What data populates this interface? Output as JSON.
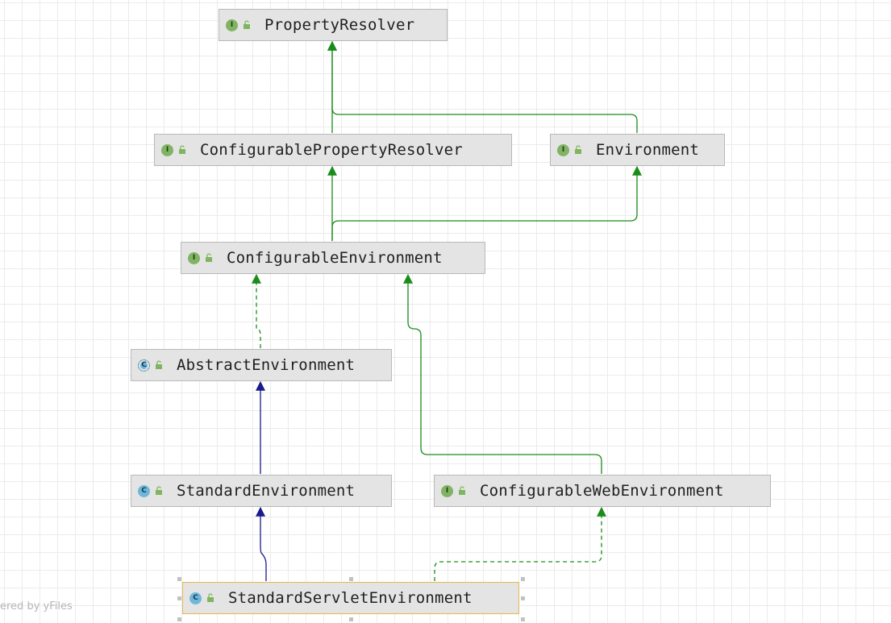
{
  "nodes": [
    {
      "id": "PropertyResolver",
      "label": "PropertyResolver",
      "kind": "I"
    },
    {
      "id": "ConfigurablePropertyResolver",
      "label": "ConfigurablePropertyResolver",
      "kind": "I"
    },
    {
      "id": "Environment",
      "label": "Environment",
      "kind": "I"
    },
    {
      "id": "ConfigurableEnvironment",
      "label": "ConfigurableEnvironment",
      "kind": "I"
    },
    {
      "id": "AbstractEnvironment",
      "label": "AbstractEnvironment",
      "kind": "C"
    },
    {
      "id": "StandardEnvironment",
      "label": "StandardEnvironment",
      "kind": "C"
    },
    {
      "id": "ConfigurableWebEnvironment",
      "label": "ConfigurableWebEnvironment",
      "kind": "I"
    },
    {
      "id": "StandardServletEnvironment",
      "label": "StandardServletEnvironment",
      "kind": "C"
    }
  ],
  "edges": [
    {
      "from": "ConfigurablePropertyResolver",
      "to": "PropertyResolver",
      "type": "extends-interface"
    },
    {
      "from": "Environment",
      "to": "PropertyResolver",
      "type": "extends-interface"
    },
    {
      "from": "ConfigurableEnvironment",
      "to": "ConfigurablePropertyResolver",
      "type": "extends-interface"
    },
    {
      "from": "ConfigurableEnvironment",
      "to": "Environment",
      "type": "extends-interface"
    },
    {
      "from": "AbstractEnvironment",
      "to": "ConfigurableEnvironment",
      "type": "implements"
    },
    {
      "from": "ConfigurableWebEnvironment",
      "to": "ConfigurableEnvironment",
      "type": "extends-interface"
    },
    {
      "from": "StandardEnvironment",
      "to": "AbstractEnvironment",
      "type": "extends-class"
    },
    {
      "from": "StandardServletEnvironment",
      "to": "StandardEnvironment",
      "type": "extends-class"
    },
    {
      "from": "StandardServletEnvironment",
      "to": "ConfigurableWebEnvironment",
      "type": "implements"
    }
  ],
  "selected": "StandardServletEnvironment",
  "colors": {
    "interface_edge": "#1a8c1a",
    "class_edge": "#1a1a8c",
    "node_fill": "#e4e4e4",
    "node_border": "#b9b9b9",
    "selected_border": "#e8b84a",
    "interface_icon": "#81b365",
    "class_icon": "#6fb7d9"
  },
  "watermark": "ered by yFiles"
}
